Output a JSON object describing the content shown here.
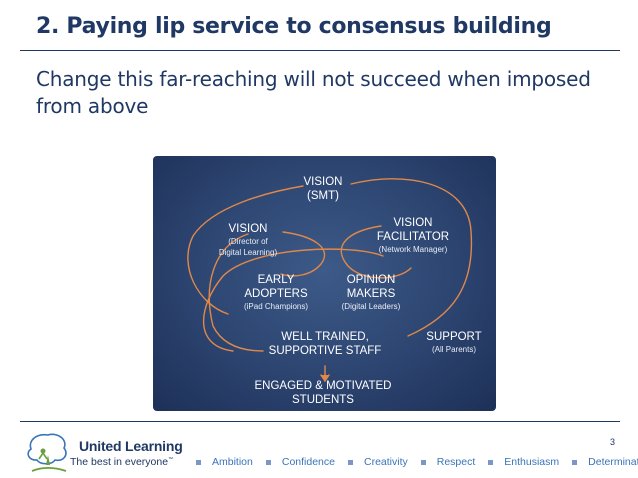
{
  "slide": {
    "title": "2. Paying lip service to consensus building",
    "subtitle": "Change this far-reaching will not succeed when imposed from above",
    "page_number": "3"
  },
  "diagram": {
    "nodes": {
      "vision_smt": {
        "main": "VISION",
        "sub": "(SMT)"
      },
      "vision_director": {
        "main": "VISION",
        "sub1": "(Director of",
        "sub2": "Digital Learning)"
      },
      "vision_facilitator": {
        "main1": "VISION",
        "main2": "FACILITATOR",
        "sub": "(Network Manager)"
      },
      "early_adopters": {
        "main1": "EARLY",
        "main2": "ADOPTERS",
        "sub": "(iPad Champions)"
      },
      "opinion_makers": {
        "main1": "OPINION",
        "main2": "MAKERS",
        "sub": "(Digital Leaders)"
      },
      "well_trained": {
        "main1": "WELL TRAINED,",
        "main2": "SUPPORTIVE STAFF"
      },
      "support": {
        "main": "SUPPORT",
        "sub": "(All Parents)"
      },
      "engaged": {
        "main1": "ENGAGED & MOTIVATED",
        "main2": "STUDENTS"
      }
    },
    "arrow_color": "#e0884a"
  },
  "footer": {
    "brand": "United Learning",
    "tagline": "The best in everyone",
    "tagline_mark": "™",
    "values": [
      "Ambition",
      "Confidence",
      "Creativity",
      "Respect",
      "Enthusiasm",
      "Determination"
    ]
  },
  "colors": {
    "title": "#1f3864",
    "diagram_bg": "#2c4470",
    "values_text": "#3a74b8"
  }
}
